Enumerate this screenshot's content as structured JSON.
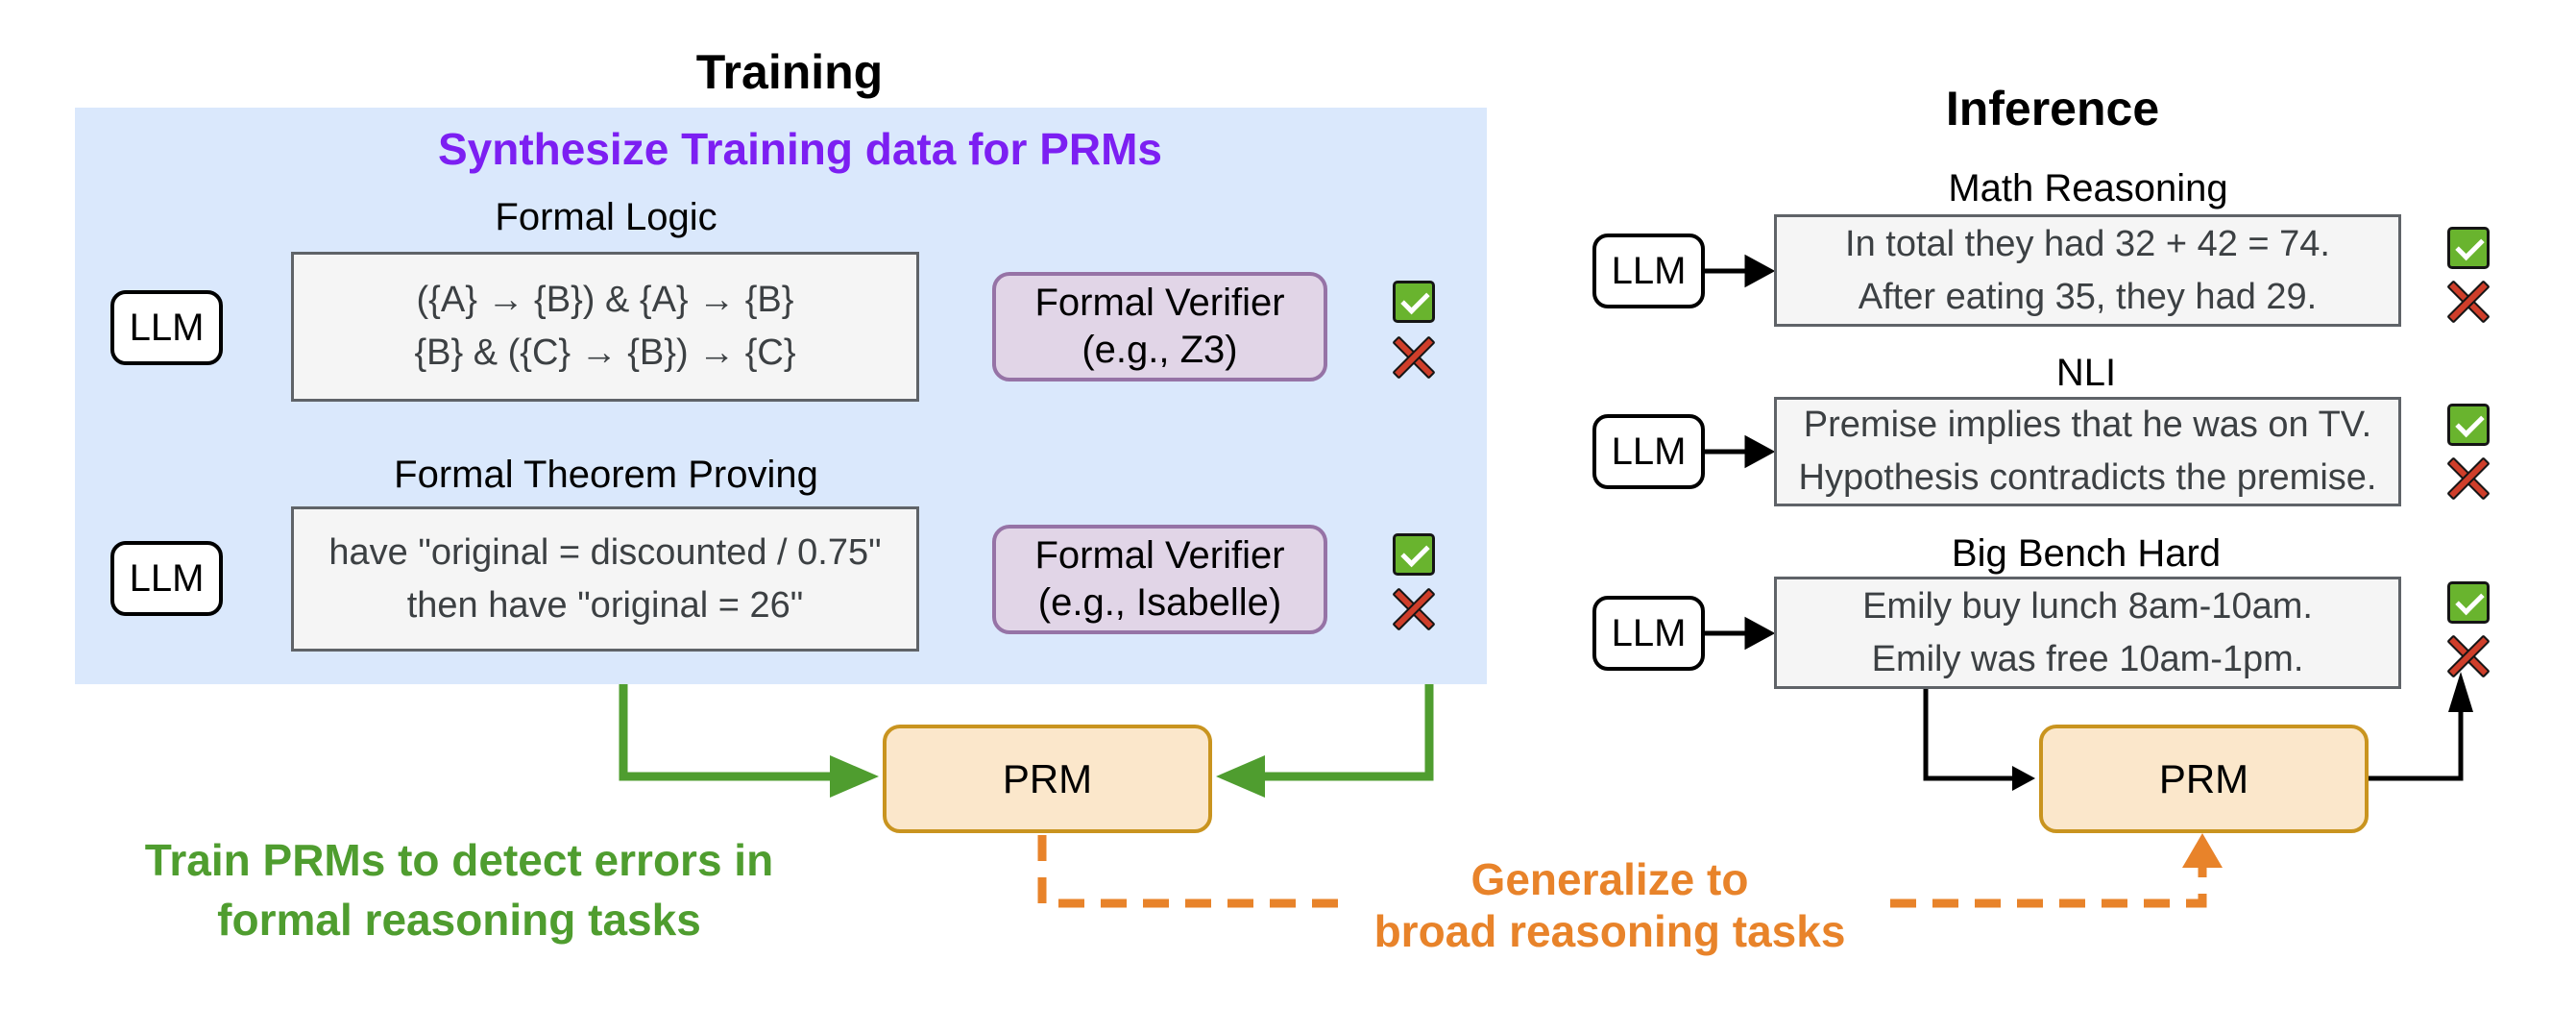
{
  "colors": {
    "panel_blue": "#dae8fc",
    "heading_purple": "#7c1ff2",
    "verifier_fill": "#e1d5e7",
    "verifier_border": "#9673a6",
    "prm_fill": "#fbe7cb",
    "prm_border": "#c9941f",
    "green_accent": "#4f9d2f",
    "orange_accent": "#e8832a",
    "gray_box_fill": "#f5f5f5",
    "gray_box_border": "#5f6368",
    "check_green": "#69b42e",
    "cross_red": "#cf3e2a"
  },
  "icons": {
    "check": "check-icon (green box with white checkmark)",
    "cross": "cross-icon (red X)"
  },
  "training": {
    "title": "Training",
    "panel_heading": "Synthesize Training data for PRMs",
    "rows": [
      {
        "label": "Formal Logic",
        "llm": "LLM",
        "lines": [
          "({A} → {B}) & {A} → {B}",
          "{B} & ({C} → {B}) → {C}"
        ],
        "verifier": [
          "Formal Verifier",
          "(e.g., Z3)"
        ]
      },
      {
        "label": "Formal Theorem Proving",
        "llm": "LLM",
        "lines": [
          "have \"original = discounted / 0.75\"",
          "then have \"original = 26\""
        ],
        "verifier": [
          "Formal Verifier",
          "(e.g., Isabelle)"
        ]
      }
    ],
    "prm": "PRM",
    "caption": [
      "Train PRMs to detect errors in",
      "formal reasoning tasks"
    ]
  },
  "inference": {
    "title": "Inference",
    "rows": [
      {
        "label": "Math Reasoning",
        "llm": "LLM",
        "lines": [
          "In total they had 32 + 42 = 74.",
          "After eating 35, they had 29."
        ]
      },
      {
        "label": "NLI",
        "llm": "LLM",
        "lines": [
          "Premise implies that he was on TV.",
          "Hypothesis contradicts the premise."
        ]
      },
      {
        "label": "Big Bench Hard",
        "llm": "LLM",
        "lines": [
          "Emily buy lunch 8am-10am.",
          "Emily was free 10am-1pm."
        ]
      }
    ],
    "prm": "PRM",
    "caption": [
      "Generalize to",
      "broad reasoning tasks"
    ]
  }
}
